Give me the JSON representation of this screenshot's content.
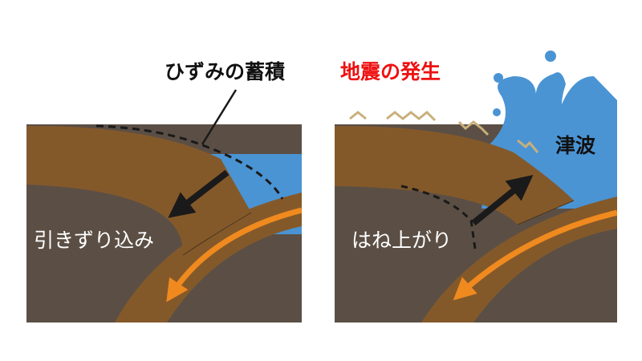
{
  "left_panel": {
    "title": "ひずみの蓄積",
    "label": "引きずり込み"
  },
  "right_panel": {
    "title": "地震の発生",
    "tsunami_label": "津波",
    "label": "はね上がり"
  },
  "colors": {
    "plate_brown": "#84592a",
    "mantle_dark": "#5b4f45",
    "water_blue": "#4a94d4",
    "subduction_arrow": "#f08a1e",
    "right_title_red": "#ee1111"
  }
}
